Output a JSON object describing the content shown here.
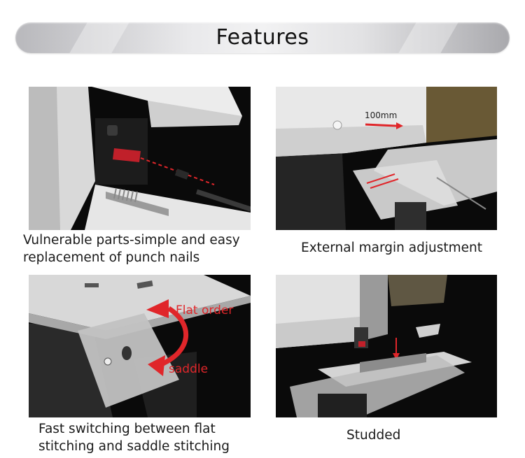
{
  "banner": {
    "title": "Features"
  },
  "features": [
    {
      "caption_lines": [
        "Vulnerable parts-simple and easy",
        "replacement of punch nails"
      ]
    },
    {
      "caption_lines": [
        "External margin adjustment"
      ],
      "annotation": "100mm"
    },
    {
      "caption_lines": [
        "Fast switching between flat",
        "stitching and saddle stitching"
      ],
      "annotations": [
        "Flat order",
        "saddle"
      ]
    },
    {
      "caption_lines": [
        "Studded"
      ]
    }
  ],
  "colors": {
    "accent_red": "#e0262a",
    "panel_bg": "#000000"
  }
}
